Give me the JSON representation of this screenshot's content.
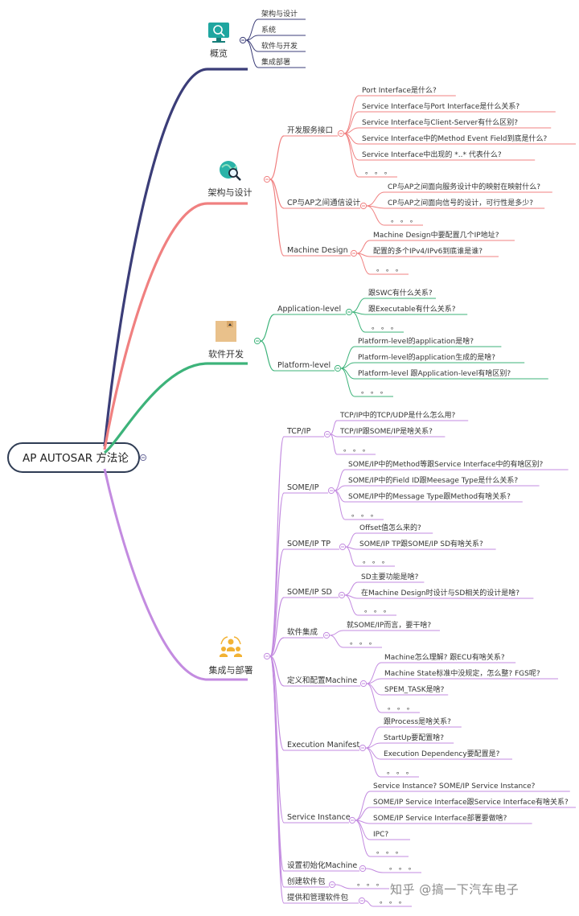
{
  "root": {
    "label": "AP AUTOSAR 方法论"
  },
  "colors": {
    "overview": "#3b3d78",
    "design": "#f08080",
    "software": "#3db37a",
    "integration": "#c38be0"
  },
  "branches": [
    {
      "key": "overview",
      "label": "概览",
      "icon": "monitor-icon",
      "items": [
        "架构与设计",
        "系统",
        "软件与开发",
        "集成部署"
      ]
    },
    {
      "key": "design",
      "label": "架构与设计",
      "icon": "globe-search-icon",
      "groups": [
        {
          "label": "开发服务接口",
          "items": [
            "Port Interface是什么?",
            "Service Interface与Port Interface是什么关系?",
            "Service Interface与Client-Server有什么区别?",
            "Service Interface中的Method Event Field到底是什么?",
            "Service Interface中出现的 *..* 代表什么?",
            "。。。"
          ]
        },
        {
          "label": "CP与AP之间通信设计",
          "items": [
            "CP与AP之间面向服务设计中的映射在映射什么?",
            "CP与AP之间面向信号的设计，可行性是多少?",
            "。。。"
          ]
        },
        {
          "label": "Machine Design",
          "items": [
            "Machine Design中要配置几个IP地址?",
            "配置的多个IPv4/IPv6到底谁是谁?",
            "。。。"
          ]
        }
      ]
    },
    {
      "key": "software",
      "label": "软件开发",
      "icon": "box-icon",
      "groups": [
        {
          "label": "Application-level",
          "items": [
            "跟SWC有什么关系?",
            "跟Executable有什么关系?",
            "。。。"
          ]
        },
        {
          "label": "Platform-level",
          "items": [
            "Platform-level的application是啥?",
            "Platform-level的application生成的是啥?",
            "Platform-level 跟Application-level有啥区别?",
            "。。。"
          ]
        }
      ]
    },
    {
      "key": "integration",
      "label": "集成与部署",
      "icon": "team-icon",
      "groups": [
        {
          "label": "TCP/IP",
          "items": [
            "TCP/IP中的TCP/UDP是什么怎么用?",
            "TCP/IP跟SOME/IP是啥关系?",
            "。。。"
          ]
        },
        {
          "label": "SOME/IP",
          "items": [
            "SOME/IP中的Method等跟Service Interface中的有啥区别?",
            "SOME/IP中的Field ID跟Meesage Type是什么关系?",
            "SOME/IP中的Message Type跟Method有啥关系?",
            "。。。"
          ]
        },
        {
          "label": "SOME/IP TP",
          "items": [
            "Offset值怎么来的?",
            "SOME/IP TP跟SOME/IP SD有啥关系?",
            "。。。"
          ]
        },
        {
          "label": "SOME/IP SD",
          "items": [
            "SD主要功能是啥?",
            "在Machine Design时设计与SD相关的设计是啥?",
            "。。。"
          ]
        },
        {
          "label": "软件集成",
          "items": [
            "就SOME/IP而言，要干啥?",
            "。。。"
          ]
        },
        {
          "label": "定义和配置Machine",
          "items": [
            "Machine怎么理解? 跟ECU有啥关系?",
            "Machine State标准中没规定，怎么整? FGS呢?",
            "SPEM_TASK是啥?",
            "。。。"
          ]
        },
        {
          "label": "Execution Manifest",
          "items": [
            "跟Process是啥关系?",
            "StartUp要配置啥?",
            "Execution Dependency要配置是?",
            "。。。"
          ]
        },
        {
          "label": "Service Instance",
          "items": [
            "Service Instance? SOME/IP Service Instance?",
            "SOME/IP Service Interface跟Service Interface有啥关系?",
            "SOME/IP Service Interface部署要做啥?",
            "IPC?",
            "。。。"
          ]
        },
        {
          "label": "设置初始化Machine",
          "items": [
            "。。。"
          ]
        },
        {
          "label": "创建软件包",
          "items": [
            "。。。"
          ]
        },
        {
          "label": "提供和管理软件包",
          "items": [
            "。。。"
          ]
        }
      ]
    }
  ],
  "watermark": "知乎 @搞一下汽车电子"
}
